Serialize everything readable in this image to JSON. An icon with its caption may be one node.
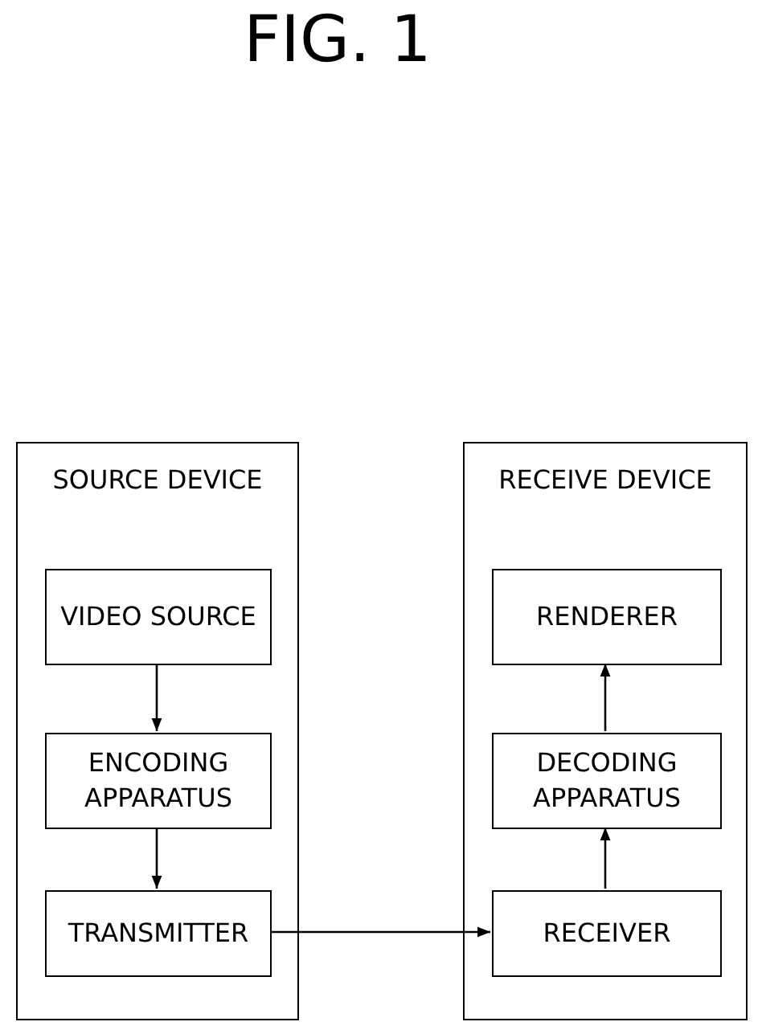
{
  "diagram": {
    "title": "FIG. 1",
    "nodes": [
      {
        "text": [
          "SOURCE DEVICE"
        ]
      },
      {
        "text": [
          "VIDEO SOURCE"
        ],
        "in": 0
      },
      {
        "text": [
          "ENCODING APPARATUS"
        ],
        "in": 0
      },
      {
        "text": [
          "TRANSMITTER"
        ],
        "in": 0
      },
      {
        "text": [
          "RECEIVE DEVICE"
        ]
      },
      {
        "text": [
          "RENDERER"
        ],
        "in": 4
      },
      {
        "text": [
          "DECODING APPARATUS"
        ],
        "in": 4
      },
      {
        "text": [
          "RECEIVER"
        ],
        "in": 4
      }
    ],
    "edges": [
      {
        "from": 1,
        "to": 2,
        "arrow": "to"
      },
      {
        "from": 2,
        "to": 3,
        "arrow": "to"
      },
      {
        "from": 3,
        "to": 7,
        "arrow": "to"
      },
      {
        "from": 7,
        "to": 6,
        "arrow": "to"
      },
      {
        "from": 6,
        "to": 5,
        "arrow": "to"
      }
    ]
  }
}
